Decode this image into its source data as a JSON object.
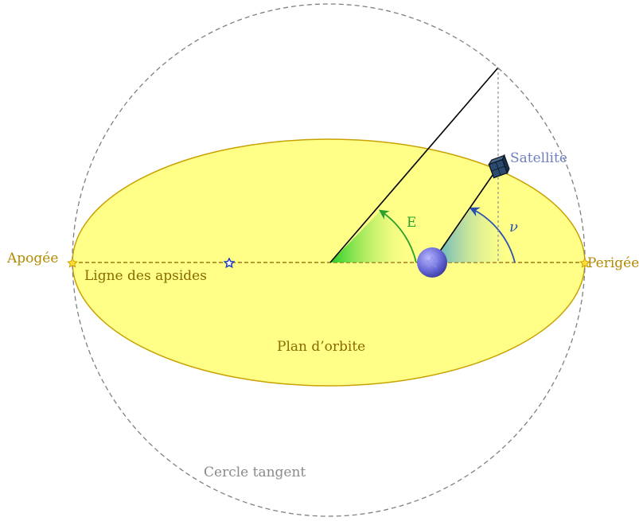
{
  "labels": {
    "apogee": "Apogée",
    "perigee": "Perigée",
    "apsides_line": "Ligne des apsides",
    "orbit_plane": "Plan d’orbite",
    "tangent_circle": "Cercle tangent",
    "satellite": "Satellite",
    "eccentric_anomaly": "E",
    "true_anomaly": "ν"
  },
  "colors": {
    "orbit_fill": "#ffff88",
    "orbit_stroke": "#c9a100",
    "apside_text": "#b08a00",
    "circle_stroke": "#808080",
    "circle_label": "#8a8a8a",
    "satellite_label": "#7080c0",
    "anomaly_E": "#2ca02c",
    "anomaly_nu": "#2850b0",
    "earth": "#6a6ad8",
    "satellite_body": "#2a4a70"
  },
  "icons": {
    "apogee_marker": "star-icon",
    "perigee_marker": "star-icon",
    "empty_focus": "star-icon",
    "earth": "planet-icon",
    "satellite": "satellite-icon"
  }
}
